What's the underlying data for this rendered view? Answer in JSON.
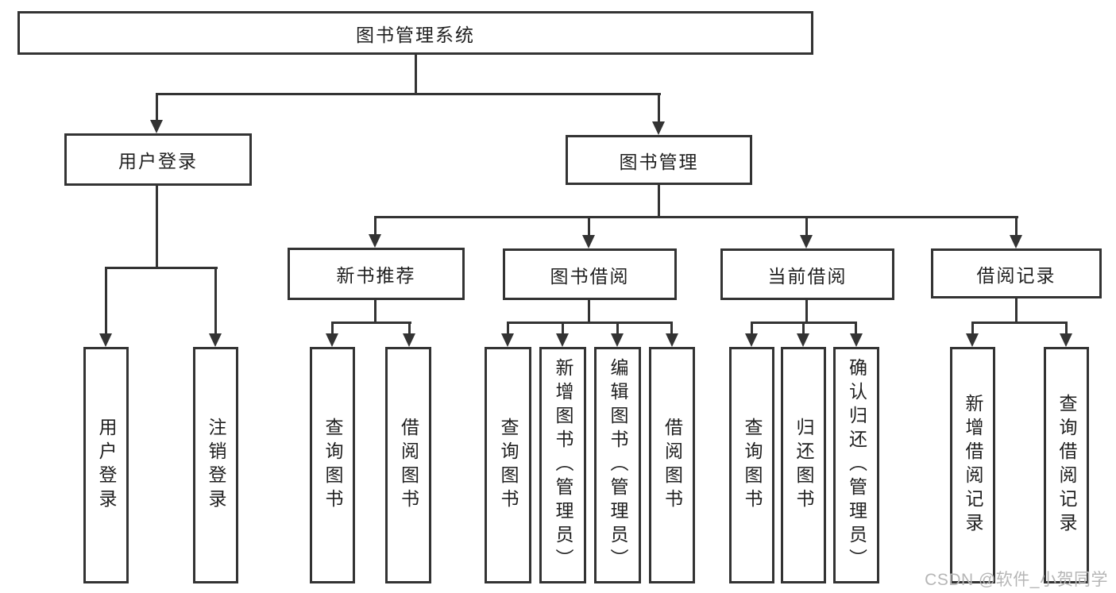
{
  "colors": {
    "line": "#333333",
    "text": "#1f1f1f",
    "box_background": "#ffffff",
    "watermark": "#b6b6b6",
    "page_background": "#ffffff"
  },
  "diagram": {
    "type": "tree",
    "root": "图书管理系统",
    "level2": [
      "用户登录",
      "图书管理"
    ],
    "level3": [
      "新书推荐",
      "图书借阅",
      "当前借阅",
      "借阅记录"
    ],
    "leaves": {
      "user_login": [
        "用户登录",
        "注销登录"
      ],
      "new_books": [
        "查询图书",
        "借阅图书"
      ],
      "book_borrow": [
        "查询图书",
        "新增图书（管理员）",
        "编辑图书（管理员）",
        "借阅图书"
      ],
      "current_borrow": [
        "查询图书",
        "归还图书",
        "确认归还（管理员）"
      ],
      "borrow_records": [
        "新增借阅记录",
        "查询借阅记录"
      ]
    },
    "hierarchy_note": "图书管理系统 → [用户登录, 图书管理]; 用户登录 → [用户登录, 注销登录]; 图书管理 → [新书推荐, 图书借阅, 当前借阅, 借阅记录]"
  },
  "watermark": {
    "text": "CSDN @软件_小贺同学"
  }
}
